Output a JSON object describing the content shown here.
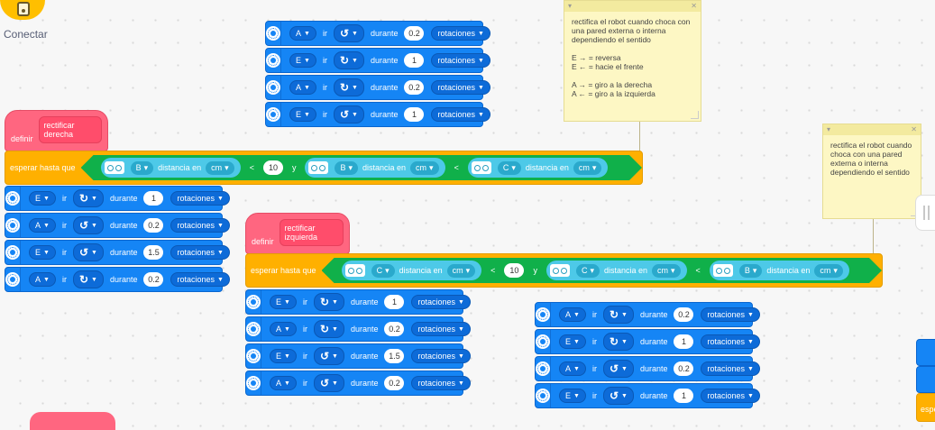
{
  "connect": {
    "label": "Conectar"
  },
  "colors": {
    "motion": "#1585f5",
    "event": "#ff6680",
    "control": "#ffb000",
    "operator": "#10b04a",
    "sensor": "#4dc9e8"
  },
  "icons": {
    "motor": "motor-wheel-icon",
    "sensor": "distance-sensor-icon",
    "ccw": "rotate-ccw-icon",
    "cw": "rotate-cw-icon"
  },
  "labels": {
    "ir": "ir",
    "durante": "durante",
    "rotaciones": "rotaciones",
    "definir": "definir",
    "esperar": "esperar hasta que",
    "distancia": "distancia en",
    "cm": "cm",
    "y": "y",
    "lt": "<"
  },
  "stack_top": [
    {
      "motor": "A",
      "dir": "↺",
      "val": "0.2"
    },
    {
      "motor": "E",
      "dir": "↻",
      "val": "1"
    },
    {
      "motor": "A",
      "dir": "↻",
      "val": "0.2"
    },
    {
      "motor": "E",
      "dir": "↺",
      "val": "1"
    }
  ],
  "def_right": {
    "name": "rectificar derecha",
    "cond": {
      "s1": "B",
      "num": "10",
      "s2": "B",
      "s3": "C"
    },
    "motors": [
      {
        "motor": "E",
        "dir": "↻",
        "val": "1"
      },
      {
        "motor": "A",
        "dir": "↺",
        "val": "0.2"
      },
      {
        "motor": "E",
        "dir": "↺",
        "val": "1.5"
      },
      {
        "motor": "A",
        "dir": "↻",
        "val": "0.2"
      }
    ]
  },
  "def_left": {
    "name": "rectificar izquierda",
    "cond": {
      "s1": "C",
      "num": "10",
      "s2": "C",
      "s3": "B"
    },
    "motors": [
      {
        "motor": "E",
        "dir": "↻",
        "val": "1"
      },
      {
        "motor": "A",
        "dir": "↻",
        "val": "0.2"
      },
      {
        "motor": "E",
        "dir": "↺",
        "val": "1.5"
      },
      {
        "motor": "A",
        "dir": "↺",
        "val": "0.2"
      }
    ]
  },
  "stack_mid": [
    {
      "motor": "A",
      "dir": "↻",
      "val": "0.2"
    },
    {
      "motor": "E",
      "dir": "↻",
      "val": "1"
    },
    {
      "motor": "A",
      "dir": "↺",
      "val": "0.2"
    },
    {
      "motor": "E",
      "dir": "↺",
      "val": "1"
    }
  ],
  "comment1": "rectifica el robot cuando choca con una pared externa o interna dependiendo el sentido\n\nE → = reversa\nE ← =  hacie el frente\n\nA → =  giro a la derecha\nA ← = giro a la izquierda",
  "comment2": "rectifica el robot cuando choca con una pared externa o interna dependiendo el sentido",
  "partial": {
    "label": "espe"
  }
}
